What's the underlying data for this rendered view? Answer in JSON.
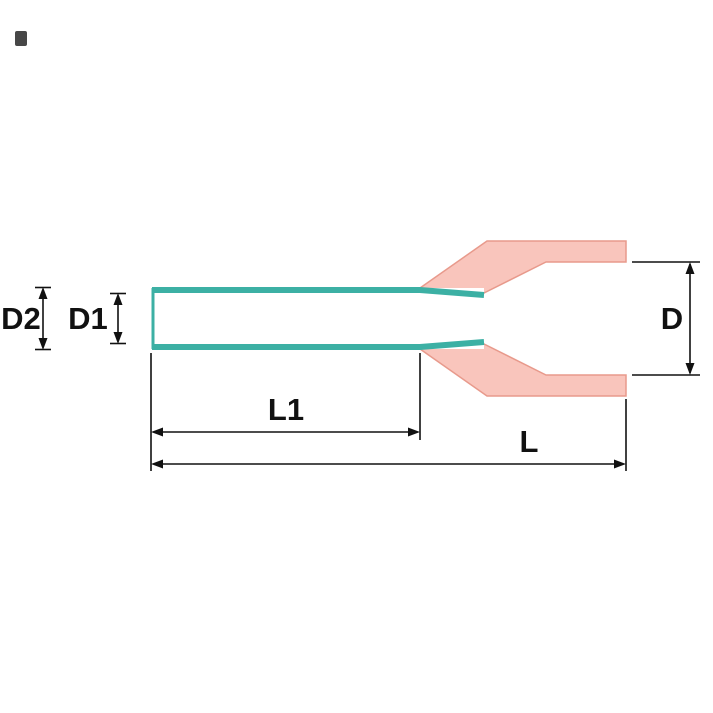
{
  "diagram": {
    "labels": {
      "outer_diameter": "D2",
      "inner_diameter": "D1",
      "collar_diameter": "D",
      "tube_length": "L1",
      "total_length": "L"
    },
    "colors": {
      "background": "#ffffff",
      "tube_outline": "#3cb0a4",
      "collar_fill": "#f9c5bc",
      "collar_outline": "#e89a8c",
      "dimension": "#111111",
      "artifact": "#474747"
    }
  }
}
